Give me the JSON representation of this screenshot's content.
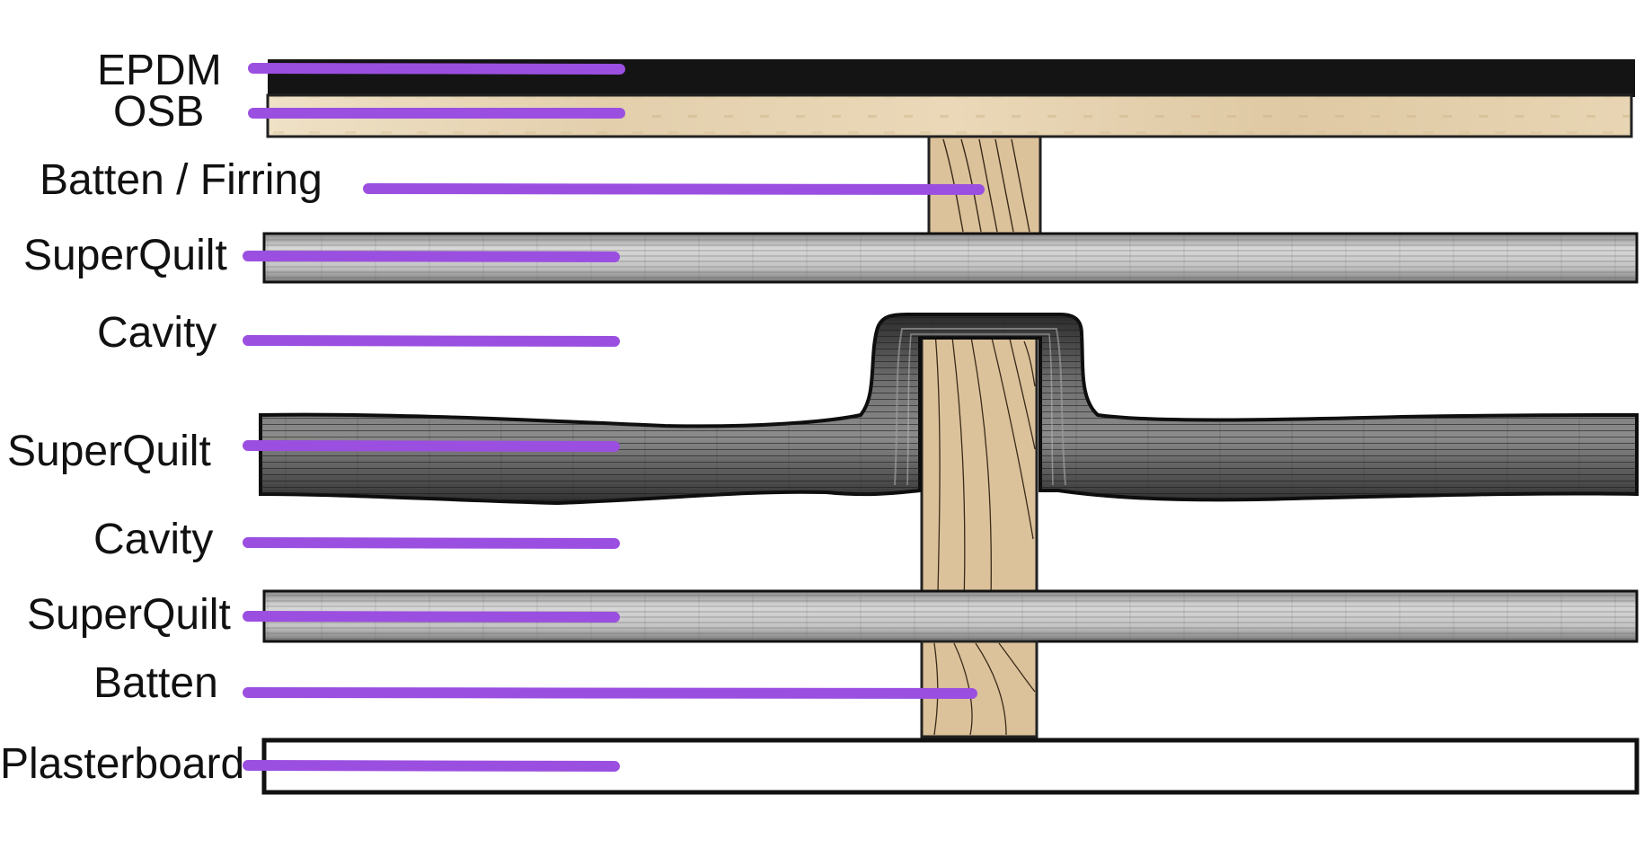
{
  "labels": {
    "epdm": "EPDM",
    "osb": "OSB",
    "batten_firring": "Batten / Firring",
    "superquilt_top": "SuperQuilt",
    "cavity_top": "Cavity",
    "superquilt_middle": "SuperQuilt",
    "cavity_bottom": "Cavity",
    "superquilt_bottom": "SuperQuilt",
    "batten": "Batten",
    "plasterboard": "Plasterboard"
  },
  "colors": {
    "leader": "#9b4fe0",
    "epdm": "#141414",
    "osb": "#e6d2b0",
    "timber": "#dcc29a",
    "grain": "#3a2a1a",
    "quilt_light": "#cfcfcf",
    "quilt_dark": "#3c3c3c",
    "plasterboard": "#ffffff"
  }
}
